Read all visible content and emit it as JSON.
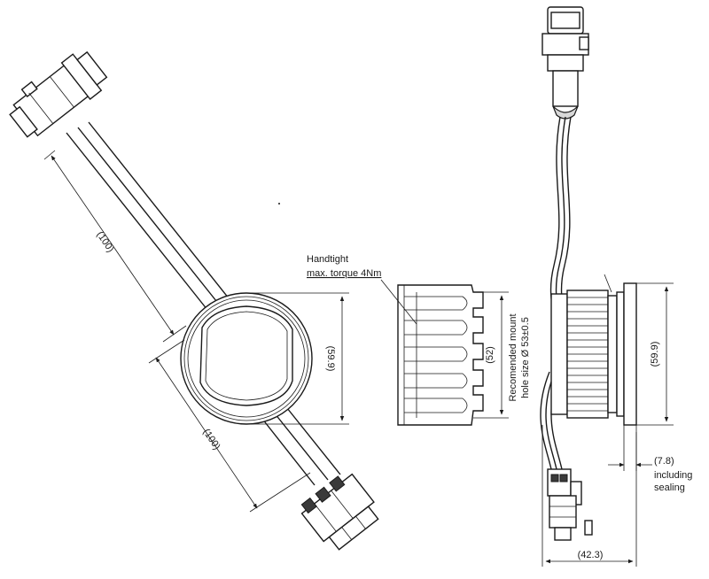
{
  "annotations": {
    "handtight_line1": "Handtight",
    "handtight_line2": "max. torque 4Nm",
    "recommended_line1": "Recomended mount",
    "recommended_line2": "hole size Ø 53±0.5",
    "including_line1": "including",
    "including_line2": "sealing"
  },
  "dimensions": {
    "upper_cable_length": "(100)",
    "lower_cable_length": "(100)",
    "gauge_diameter": "(59.9)",
    "nut_height": "(52)",
    "side_diameter": "(59.9)",
    "sealing_depth": "(7.8)",
    "overall_depth": "(42.3)"
  },
  "colors": {
    "line": "#1a1a1a",
    "background": "#ffffff"
  }
}
